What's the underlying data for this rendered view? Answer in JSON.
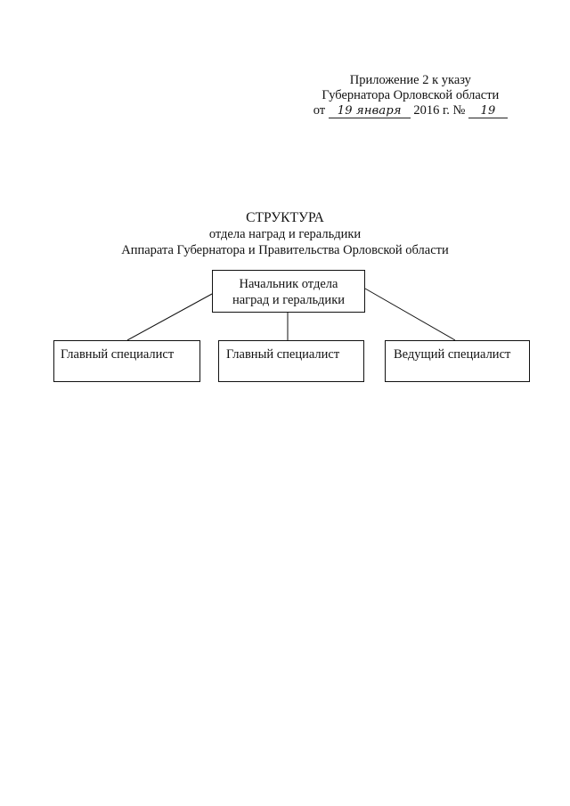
{
  "header": {
    "line1": "Приложение 2 к указу",
    "line2": "Губернатора Орловской области",
    "date_prefix": "от",
    "date_handwritten": "19 января",
    "year_text": "2016 г. №",
    "number_handwritten": "19"
  },
  "title": {
    "main": "СТРУКТУРА",
    "sub1": "отдела наград и геральдики",
    "sub2": "Аппарата Губернатора и Правительства Орловской области"
  },
  "org_chart": {
    "head": {
      "line1": "Начальник отдела",
      "line2": "наград и геральдики"
    },
    "subordinates": [
      {
        "label": "Главный специалист"
      },
      {
        "label": "Главный специалист"
      },
      {
        "label": "Ведущий специалист"
      }
    ]
  }
}
